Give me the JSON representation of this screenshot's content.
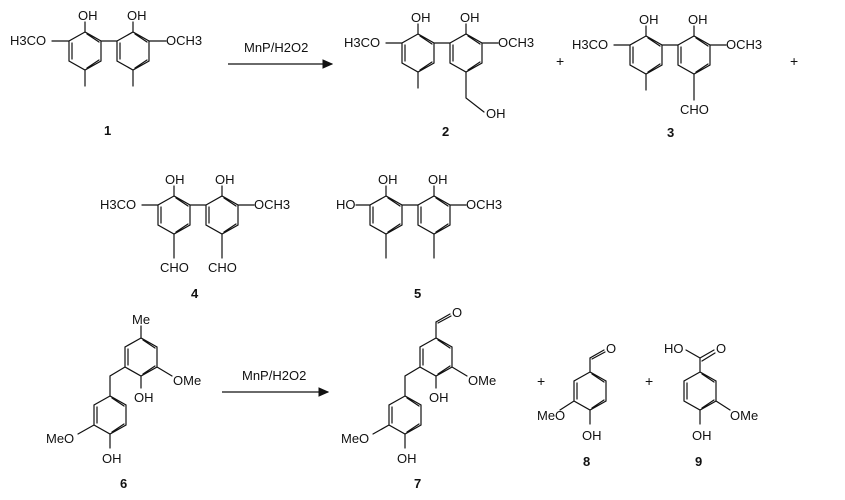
{
  "reaction1": {
    "reagent": "MnP/H2O2",
    "plus": "+",
    "compounds": [
      {
        "number": "1",
        "labels": {
          "oh_a": "OH",
          "oh_b": "OH",
          "ome_left": "H3CO",
          "ome_right": "OCH3"
        }
      },
      {
        "number": "2",
        "labels": {
          "oh_a": "OH",
          "oh_b": "OH",
          "ome_left": "H3CO",
          "ome_right": "OCH3",
          "ch2oh": "OH"
        }
      },
      {
        "number": "3",
        "labels": {
          "oh_a": "OH",
          "oh_b": "OH",
          "ome_left": "H3CO",
          "ome_right": "OCH3",
          "cho": "CHO"
        }
      },
      {
        "number": "4",
        "labels": {
          "oh_a": "OH",
          "oh_b": "OH",
          "ome_left": "H3CO",
          "ome_right": "OCH3",
          "cho_left": "CHO",
          "cho_right": "CHO"
        }
      },
      {
        "number": "5",
        "labels": {
          "ho": "HO",
          "oh_a": "OH",
          "oh_b": "OH",
          "ome_right": "OCH3"
        }
      }
    ]
  },
  "reaction2": {
    "reagent": "MnP/H2O2",
    "plus": "+",
    "compounds": [
      {
        "number": "6",
        "labels": {
          "me": "Me",
          "ome_top": "OMe",
          "oh_top": "OH",
          "meo_bottom": "MeO",
          "oh_bottom": "OH"
        }
      },
      {
        "number": "7",
        "labels": {
          "o_ald": "O",
          "ome_top": "OMe",
          "oh_top": "OH",
          "meo_bottom": "MeO",
          "oh_bottom": "OH"
        }
      },
      {
        "number": "8",
        "labels": {
          "o_ald": "O",
          "meo": "MeO",
          "oh": "OH"
        }
      },
      {
        "number": "9",
        "labels": {
          "acid": "HO",
          "o_acid": "O",
          "ome": "OMe",
          "oh": "OH"
        }
      }
    ]
  }
}
